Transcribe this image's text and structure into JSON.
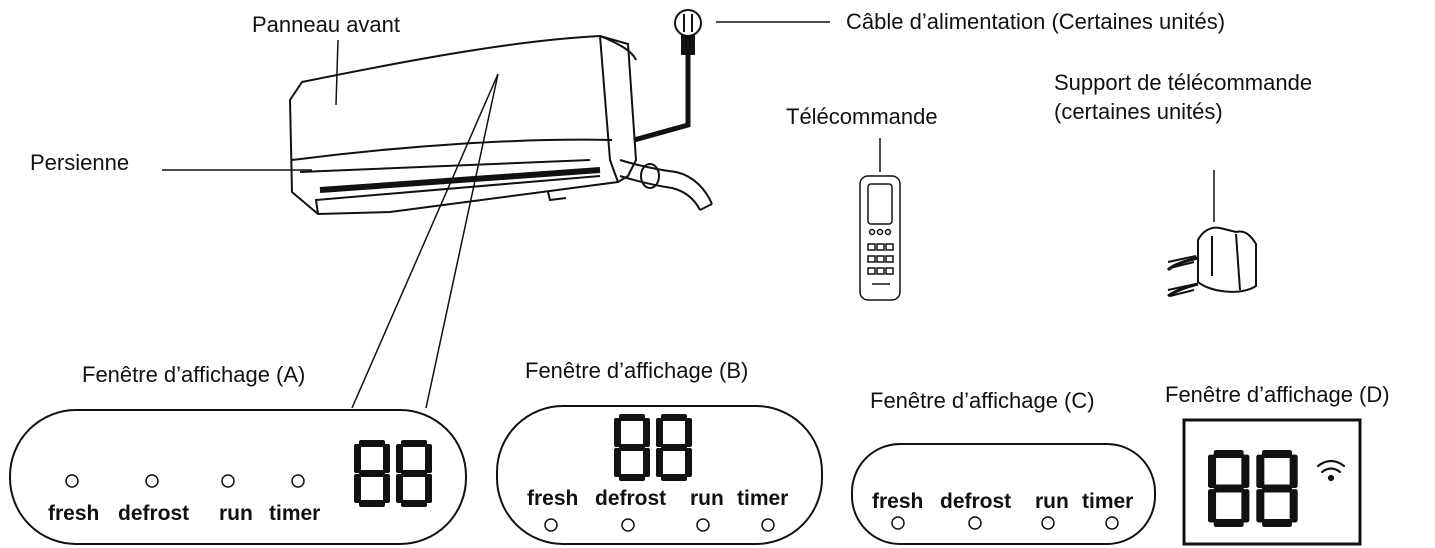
{
  "labels": {
    "front_panel": "Panneau avant",
    "louver": "Persienne",
    "power_cable": "Câble d’alimentation (Certaines unités)",
    "remote": "Télécommande",
    "remote_holder": "Support de télécommande (certaines unités)",
    "display_a": "Fenêtre d’affichage (A)",
    "display_b": "Fenêtre d’affichage (B)",
    "display_c": "Fenêtre d’affichage (C)",
    "display_d": "Fenêtre d’affichage (D)"
  },
  "display_digits": "88",
  "indicators": {
    "fresh": "fresh",
    "defrost": "defrost",
    "run": "run",
    "timer": "timer"
  },
  "icons": {
    "wifi": "wifi-icon",
    "plug": "power-plug-icon",
    "remote": "remote-control-icon",
    "holder": "remote-holder-icon"
  }
}
